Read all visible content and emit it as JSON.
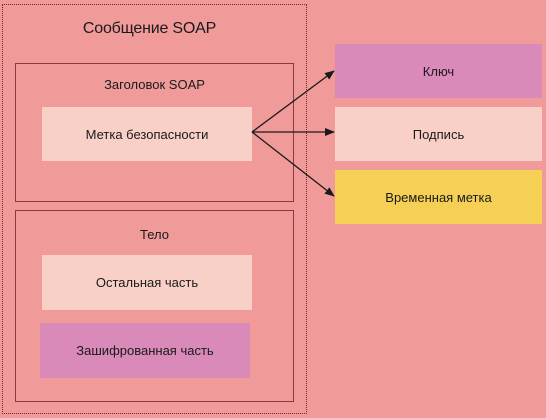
{
  "message": {
    "title": "Сообщение SOAP",
    "header": {
      "title": "Заголовок SOAP",
      "security_token": "Метка безопасности"
    },
    "body": {
      "title": "Тело",
      "remaining": "Остальная часть",
      "encrypted": "Зашифрованная часть"
    }
  },
  "token_parts": {
    "key": "Ключ",
    "signature": "Подпись",
    "timestamp": "Временная метка"
  },
  "colors": {
    "background": "#f09a9a",
    "light_box": "#f8d0c8",
    "purple_box": "#d98ab8",
    "yellow_box": "#f5d055",
    "section_border": "#8a3a46",
    "arrow": "#1a1a1a"
  }
}
